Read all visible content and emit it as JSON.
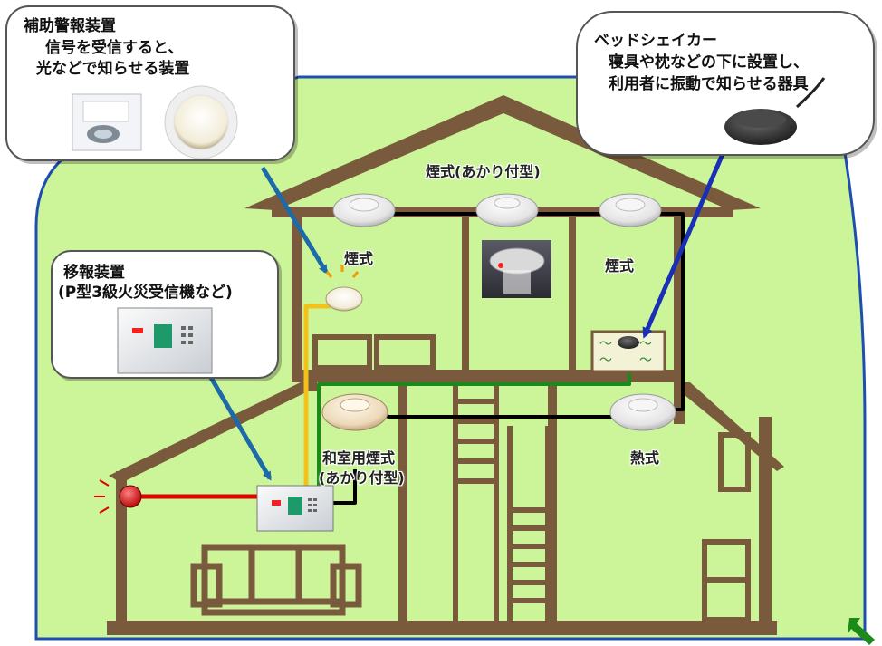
{
  "callouts": {
    "auxiliary_alarm": {
      "title": "補助警報装置",
      "line1": "信号を受信すると、",
      "line2": "光などで知らせる装置"
    },
    "bed_shaker": {
      "title": "ベッドシェイカー",
      "line1": "寝具や枕などの下に設置し、",
      "line2": "利用者に振動で知らせる器具"
    },
    "transfer_device": {
      "title": "移報装置",
      "line1": "(P型3級火災受信機など)"
    }
  },
  "labels": {
    "smoke_lighted": "煙式(あかり付型)",
    "smoke_left": "煙式",
    "smoke_right": "煙式",
    "washitsu_line1": "和室用煙式",
    "washitsu_line2": "(あかり付型)",
    "heat": "熱式"
  },
  "colors": {
    "house_brown": "#7a5a3c",
    "lawn_green": "#ccf59a",
    "wire_black": "#000000",
    "wire_red": "#e00000",
    "wire_yellow": "#f2c21a",
    "wire_green": "#1a8a1a",
    "pointer_blue": "#1e6aa8",
    "pointer_navy": "#1a2fb8"
  }
}
